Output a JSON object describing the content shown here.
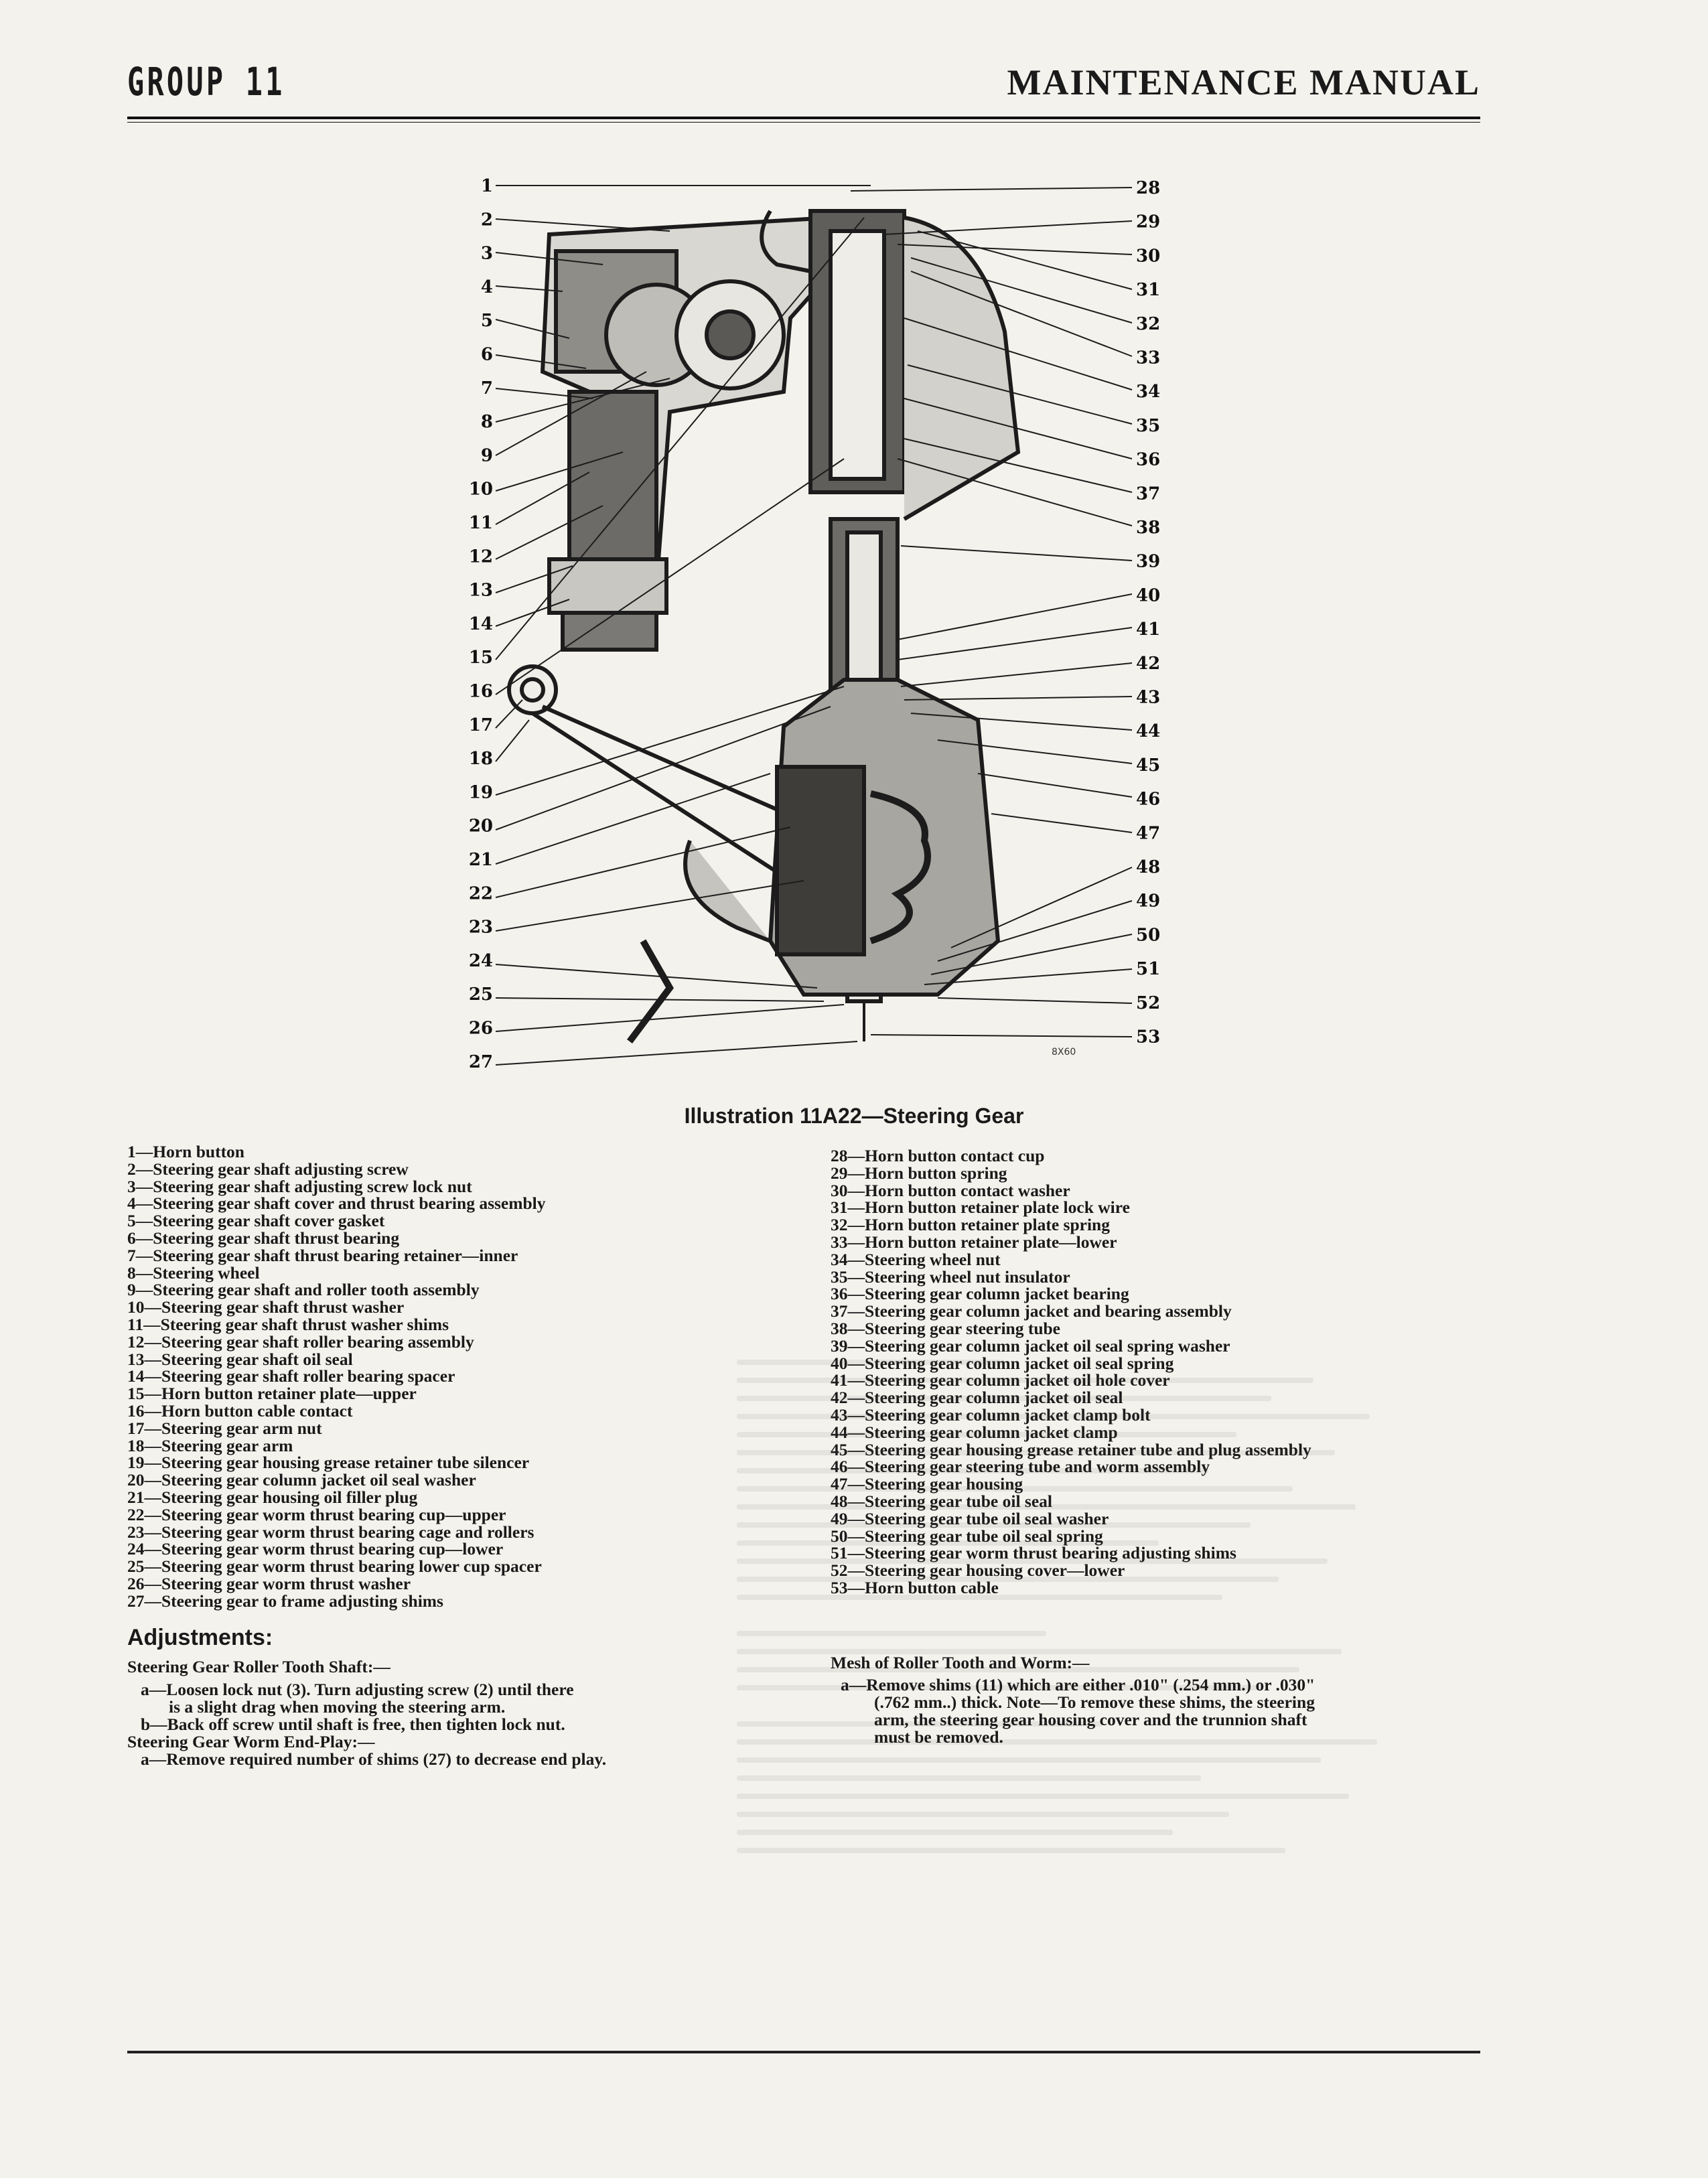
{
  "header": {
    "left": "GROUP 11",
    "right": "MAINTENANCE MANUAL"
  },
  "figure": {
    "caption": "Illustration 11A22—Steering Gear",
    "code": "8X60",
    "callouts_left": [
      "1",
      "2",
      "3",
      "4",
      "5",
      "6",
      "7",
      "8",
      "9",
      "10",
      "11",
      "12",
      "13",
      "14",
      "15",
      "16",
      "17",
      "18",
      "19",
      "20",
      "21",
      "22",
      "23",
      "24",
      "25",
      "26",
      "27"
    ],
    "callouts_right": [
      "28",
      "29",
      "30",
      "31",
      "32",
      "33",
      "34",
      "35",
      "36",
      "37",
      "38",
      "39",
      "40",
      "41",
      "42",
      "43",
      "44",
      "45",
      "46",
      "47",
      "48",
      "49",
      "50",
      "51",
      "52",
      "53"
    ]
  },
  "parts_left": [
    "1—Horn button",
    "2—Steering gear shaft adjusting screw",
    "3—Steering gear shaft adjusting screw lock nut",
    "4—Steering gear shaft cover and thrust bearing assembly",
    "5—Steering gear shaft cover gasket",
    "6—Steering gear shaft thrust bearing",
    "7—Steering gear shaft thrust bearing retainer—inner",
    "8—Steering wheel",
    "9—Steering gear shaft and roller tooth assembly",
    "10—Steering gear shaft thrust washer",
    "11—Steering gear shaft thrust washer shims",
    "12—Steering gear shaft roller bearing assembly",
    "13—Steering gear shaft oil seal",
    "14—Steering gear shaft roller bearing spacer",
    "15—Horn button retainer plate—upper",
    "16—Horn button cable contact",
    "17—Steering gear arm nut",
    "18—Steering gear arm",
    "19—Steering gear housing grease retainer tube silencer",
    "20—Steering gear column jacket oil seal washer",
    "21—Steering gear housing oil filler plug",
    "22—Steering gear worm thrust bearing cup—upper",
    "23—Steering gear worm thrust bearing cage and rollers",
    "24—Steering gear worm thrust bearing cup—lower",
    "25—Steering gear worm thrust bearing lower cup spacer",
    "26—Steering gear worm thrust washer",
    "27—Steering gear to frame adjusting shims"
  ],
  "parts_right": [
    "28—Horn button contact cup",
    "29—Horn button spring",
    "30—Horn button contact washer",
    "31—Horn button retainer plate lock wire",
    "32—Horn button retainer plate spring",
    "33—Horn button retainer plate—lower",
    "34—Steering wheel nut",
    "35—Steering wheel nut insulator",
    "36—Steering gear column jacket bearing",
    "37—Steering gear column jacket and bearing assembly",
    "38—Steering gear steering tube",
    "39—Steering gear column jacket oil seal spring washer",
    "40—Steering gear column jacket oil seal spring",
    "41—Steering gear column jacket oil hole cover",
    "42—Steering gear column jacket oil seal",
    "43—Steering gear column jacket clamp bolt",
    "44—Steering gear column jacket clamp",
    "45—Steering gear housing grease retainer tube and plug assembly",
    "46—Steering gear steering tube and worm assembly",
    "47—Steering gear housing",
    "48—Steering gear tube oil seal",
    "49—Steering gear tube oil seal washer",
    "50—Steering gear tube oil seal spring",
    "51—Steering gear worm thrust bearing adjusting shims",
    "52—Steering gear housing cover—lower",
    "53—Horn button cable"
  ],
  "adjustments": {
    "title": "Adjustments:",
    "roller_head": "Steering Gear Roller Tooth Shaft:—",
    "roller_a1": "a—Loosen lock nut (3). Turn adjusting screw (2) until there",
    "roller_a2": "is a slight drag when moving the steering arm.",
    "roller_b": "b—Back off screw until shaft is free, then tighten lock nut.",
    "worm_head": "Steering Gear Worm End-Play:—",
    "worm_a": "a—Remove required number of shims (27) to decrease end play.",
    "mesh_head": "Mesh of Roller Tooth and Worm:—",
    "mesh_a1": "a—Remove shims (11) which are either .010\" (.254 mm.) or .030\"",
    "mesh_a2": "(.762 mm..) thick. Note—To remove these shims, the steering",
    "mesh_a3": "arm, the steering gear housing cover and the trunnion shaft",
    "mesh_a4": "must be removed."
  }
}
